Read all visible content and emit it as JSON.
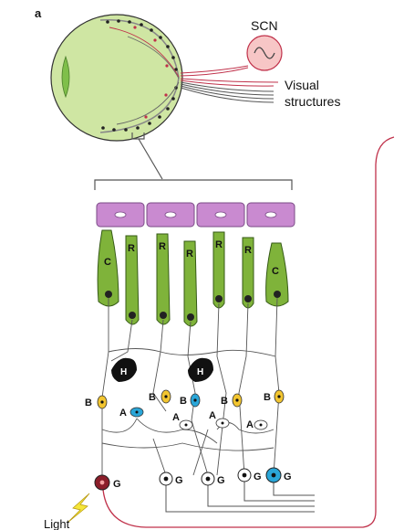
{
  "panel_label": "a",
  "labels": {
    "scn": "SCN",
    "visual_line1": "Visual",
    "visual_line2": "structures",
    "light": "Light"
  },
  "cell_letters": {
    "cone": "C",
    "rod": "R",
    "horizontal": "H",
    "bipolar": "B",
    "amacrine": "A",
    "ganglion": "G"
  },
  "colors": {
    "eyeball": "#cfe6a3",
    "photoreceptor": "#7fb33a",
    "rpe": "#c98ad0",
    "scn_fill": "#f7c6c6",
    "fiber_red": "#c0314a",
    "bipolar_yellow": "#f2c530",
    "blue_cell": "#2aa6d8",
    "melanopsin_ganglion": "#8b1e2a",
    "light_bolt": "#f5e63a"
  }
}
